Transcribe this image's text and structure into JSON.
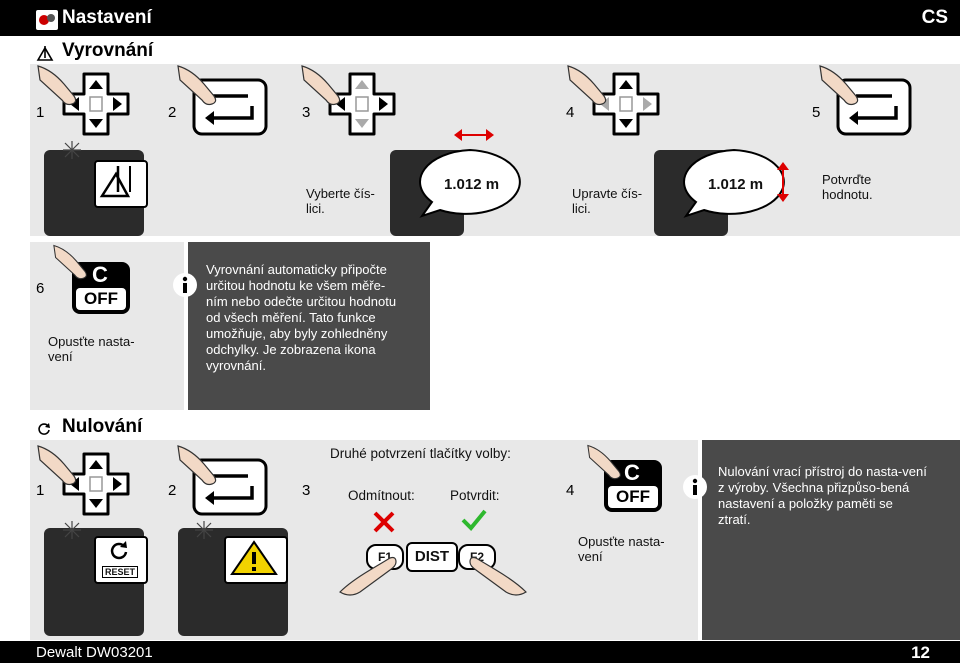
{
  "header": {
    "title": "Nastavení",
    "lang": "CS"
  },
  "section1": {
    "title": "Vyrovnání",
    "steps": [
      "1",
      "2",
      "3",
      "4",
      "5",
      "6"
    ],
    "captions": {
      "select_digit": "Vyberte čís-\nlici.",
      "adjust_digit": "Upravte čís-\nlici.",
      "confirm_value": "Potvrďte\nhodnotu.",
      "exit_settings": "Opusťte nasta-\nvení"
    },
    "readout": "1.012 m",
    "info_text": "Vyrovnání automaticky připočte určitou hodnotu ke všem měře-ním nebo odečte určitou hodnotu od všech měření. Tato funkce umožňuje, aby byly zohledněny odchylky. Je zobrazena ikona vyrovnání."
  },
  "section2": {
    "title": "Nulování",
    "steps": [
      "1",
      "2",
      "3",
      "4"
    ],
    "confirm_heading": "Druhé potvrzení tlačítky volby:",
    "reject_label": "Odmítnout:",
    "confirm_label": "Potvrdit:",
    "exit_settings": "Opusťte nasta-\nvení",
    "info_text": "Nulování vrací přístroj do nasta-vení z výroby. Všechna přizpůso-bená nastavení a položky paměti se ztratí.",
    "reset_label": "RESET",
    "keys": {
      "f1": "F1",
      "dist": "DIST",
      "f2": "F2"
    }
  },
  "buttons": {
    "c_label": "C",
    "off_label": "OFF"
  },
  "footer": {
    "model": "Dewalt DW03201",
    "page": "12"
  }
}
